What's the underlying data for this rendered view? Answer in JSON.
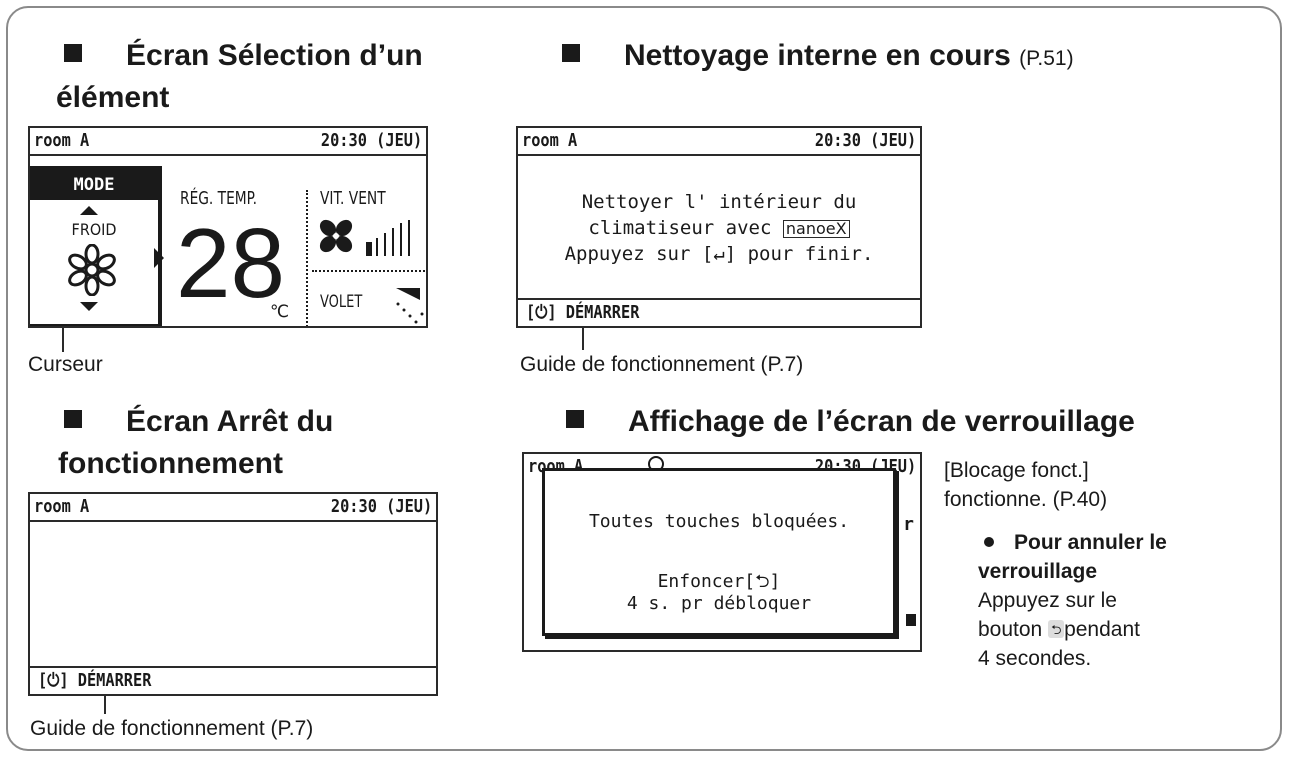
{
  "sections": {
    "selection": {
      "title_line1": "Écran Sélection d’un",
      "title_line2": "élément",
      "caption": "Curseur"
    },
    "cleaning": {
      "title": "Nettoyage interne en cours",
      "ref": "(P.51)",
      "caption": "Guide de fonctionnement (P.7)"
    },
    "stop": {
      "title_line1": "Écran Arrêt du",
      "title_line2": "fonctionnement",
      "caption": "Guide de fonctionnement (P.7)"
    },
    "lock": {
      "title": "Affichage de l’écran de verrouillage"
    }
  },
  "lcd": {
    "room": "room A",
    "time": "20:30 (JEU)",
    "start_label": "[⏻] DÉMARRER"
  },
  "selection_screen": {
    "mode_label": "MODE",
    "mode_value": "FROID",
    "temp_label": "RÉG. TEMP.",
    "temp_value": "28",
    "temp_unit": "℃",
    "fan_label": "VIT. VENT",
    "flap_label": "VOLET"
  },
  "cleaning_screen": {
    "line1": "Nettoyer l' intérieur du",
    "line2": "climatiseur avec",
    "nanoe": "nanoeX",
    "line3": "Appuyez sur [↵] pour finir."
  },
  "lock_screen": {
    "room_partial": "room A",
    "time_partial": "20:30 (JEU)",
    "popup_line1": "Toutes touches bloquées.",
    "popup_line2": "Enfoncer[⮌]",
    "popup_line3": "4 s. pr débloquer"
  },
  "lock_notes": {
    "line1": "[Blocage fonct.]",
    "line2": "fonctionne. (P.40)",
    "bullet_title1": "Pour annuler le",
    "bullet_title2": "verrouillage",
    "body1": "Appuyez sur le",
    "body2a": "bouton",
    "body2b": "pendant",
    "body3": "4 secondes."
  }
}
